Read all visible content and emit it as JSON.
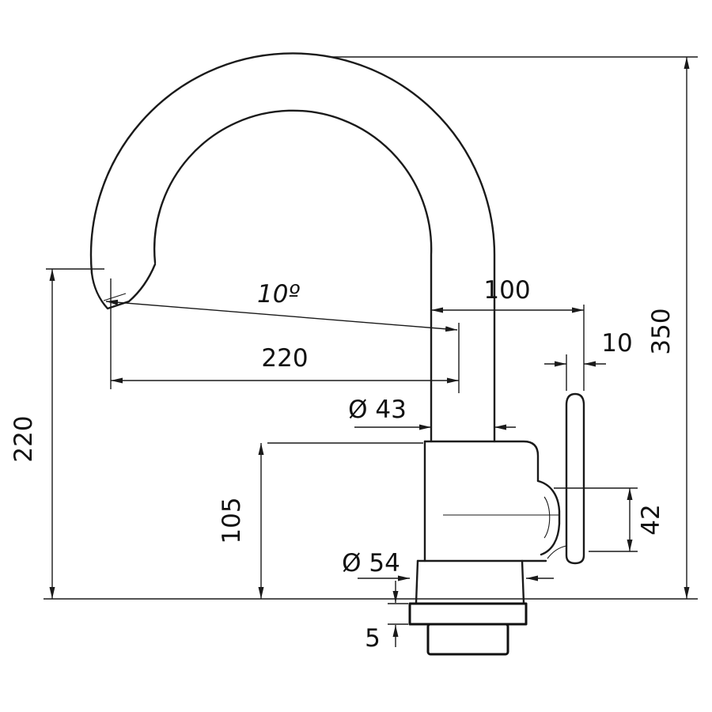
{
  "drawing": {
    "type": "technical-dimension-drawing",
    "subject": "kitchen-faucet-side-view",
    "background": "#ffffff",
    "line_color": "#1a1a1a"
  },
  "labels": {
    "height_total": "350",
    "spout_height": "220",
    "spout_reach": "220",
    "spout_angle": "10º",
    "offset_top": "100",
    "lever_width": "10",
    "spout_diameter": "Ø 43",
    "body_height": "105",
    "lever_joint_height": "42",
    "base_diameter": "Ø 54",
    "base_plate_thickness": "5"
  }
}
